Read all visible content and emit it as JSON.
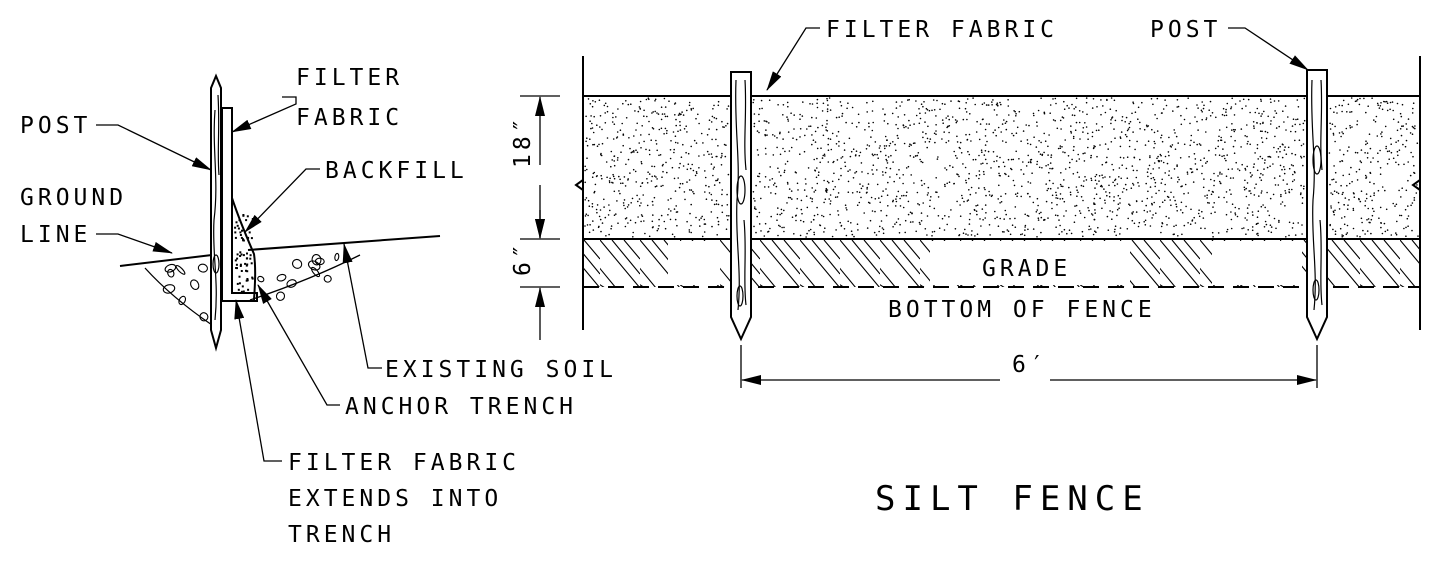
{
  "title": "SILT FENCE",
  "section_labels": {
    "post": "POST",
    "filter_fabric_l1": "FILTER",
    "filter_fabric_l2": "FABRIC",
    "backfill": "BACKFILL",
    "ground_line_l1": "GROUND",
    "ground_line_l2": "LINE",
    "existing_soil": "EXISTING SOIL",
    "anchor_trench": "ANCHOR TRENCH",
    "extends_l1": "FILTER FABRIC",
    "extends_l2": "EXTENDS INTO",
    "extends_l3": "TRENCH"
  },
  "elevation_labels": {
    "filter_fabric": "FILTER FABRIC",
    "post": "POST",
    "grade": "GRADE",
    "bottom_of_fence": "BOTTOM OF FENCE"
  },
  "dimensions": {
    "fabric_height": "18″",
    "embed_depth": "6″",
    "post_spacing": "6′"
  }
}
